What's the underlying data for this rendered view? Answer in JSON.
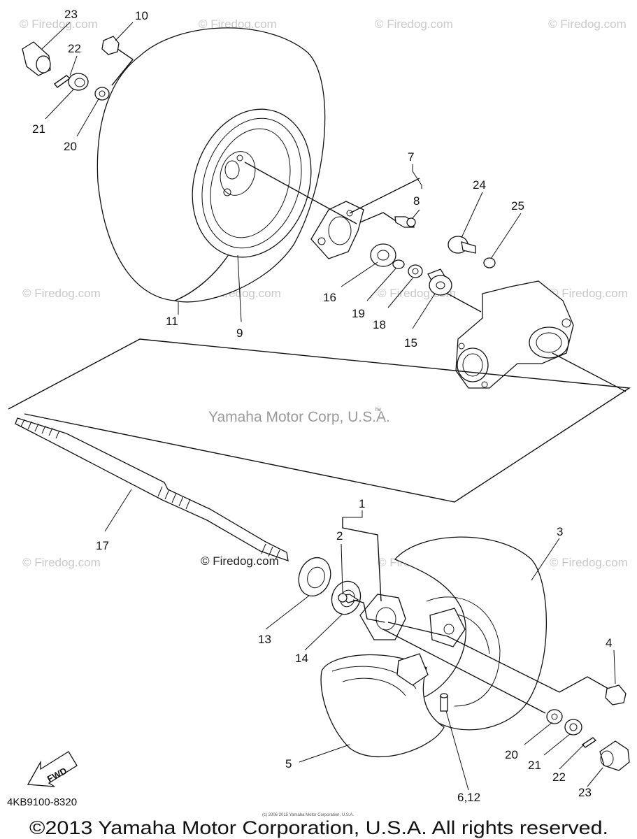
{
  "callouts": {
    "c23a": "23",
    "c10": "10",
    "c22a": "22",
    "c21a": "21",
    "c20a": "20",
    "c7": "7",
    "c8": "8",
    "c24": "24",
    "c25": "25",
    "c16": "16",
    "c19": "19",
    "c18": "18",
    "c15": "15",
    "c11": "11",
    "c9": "9",
    "c17": "17",
    "c1": "1",
    "c2": "2",
    "c3": "3",
    "c13": "13",
    "c14": "14",
    "c4": "4",
    "c5": "5",
    "c20b": "20",
    "c21b": "21",
    "c22b": "22",
    "c23b": "23",
    "c6_12": "6,12"
  },
  "watermarks": {
    "firedog": "© Firedog.com",
    "center": "Yamaha Motor Corp, U.S.A.",
    "tm": "TM",
    "firedog_dark": "© Firedog.com"
  },
  "fwd_label": "FWD",
  "diagram_code": "4KB9100-8320",
  "tiny_notice": "(c) 2006 2015 Yamaha Motor Corporation, U.S.A.",
  "copyright": "©2013 Yamaha Motor Corporation, U.S.A. All rights reserved."
}
